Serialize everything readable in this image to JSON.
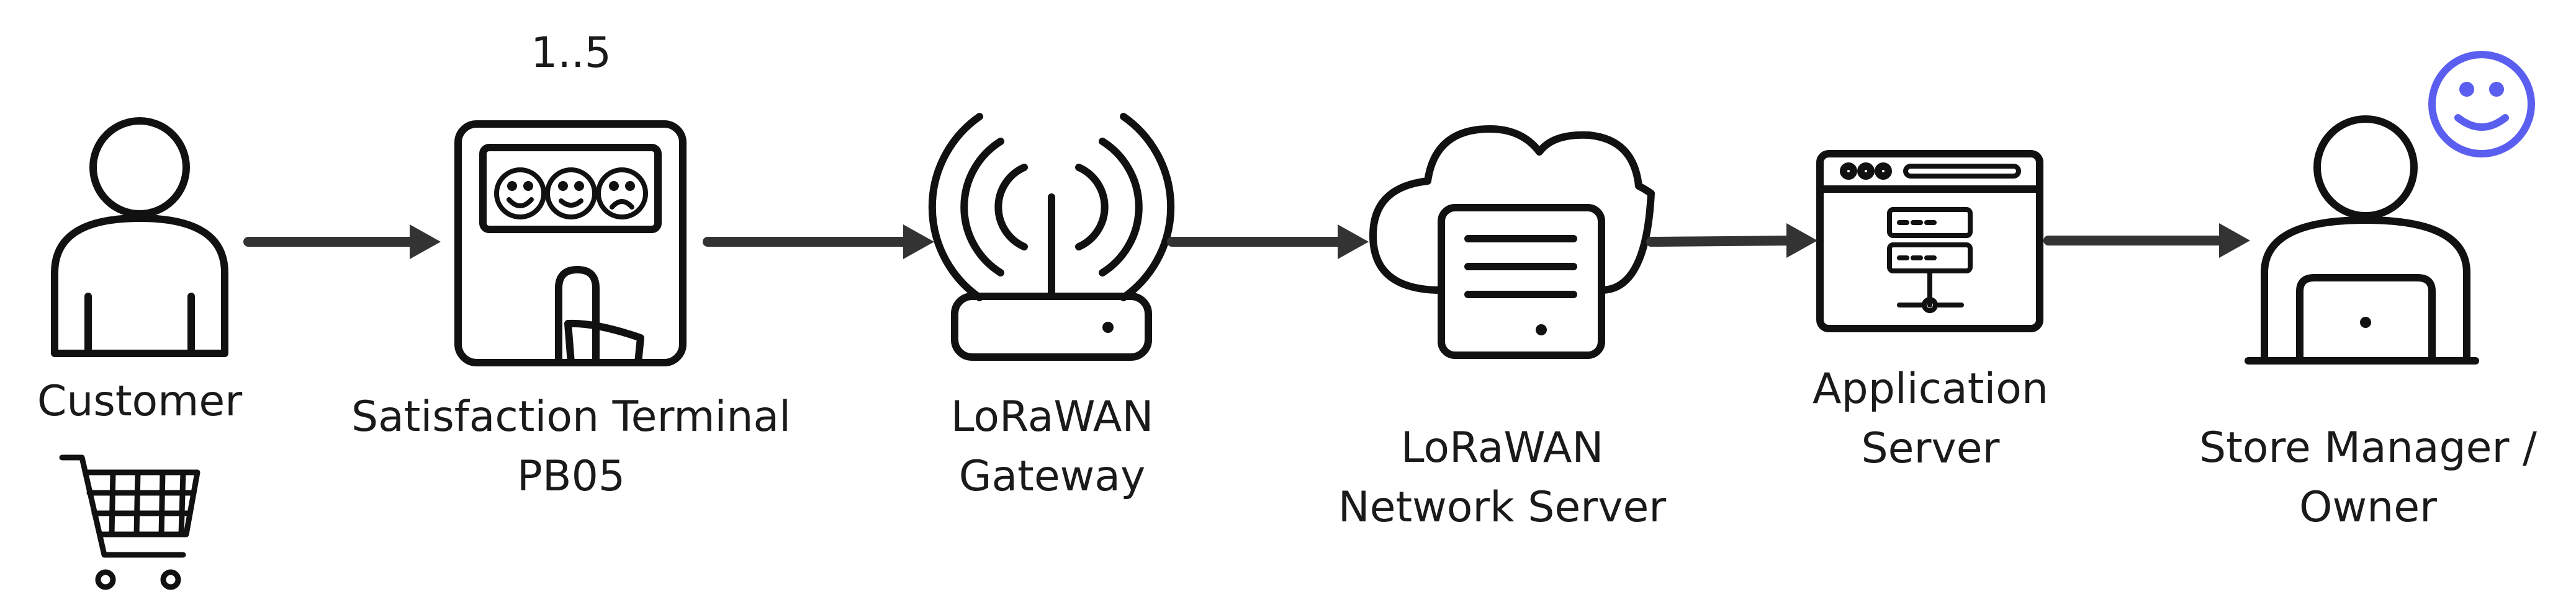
{
  "nodes": {
    "customer": {
      "label": "Customer"
    },
    "terminal": {
      "label_line1": "Satisfaction Terminal",
      "label_line2": "PB05",
      "scale_text": "1..5"
    },
    "gateway": {
      "label_line1": "LoRaWAN",
      "label_line2": "Gateway"
    },
    "network_server": {
      "label_line1": "LoRaWAN",
      "label_line2": "Network Server"
    },
    "app_server": {
      "label_line1": "Application",
      "label_line2": "Server"
    },
    "owner": {
      "label_line1": "Store Manager /",
      "label_line2": "Owner"
    }
  },
  "colors": {
    "stroke": "#111111",
    "arrow": "#333333",
    "accent": "#5b5ff0"
  }
}
